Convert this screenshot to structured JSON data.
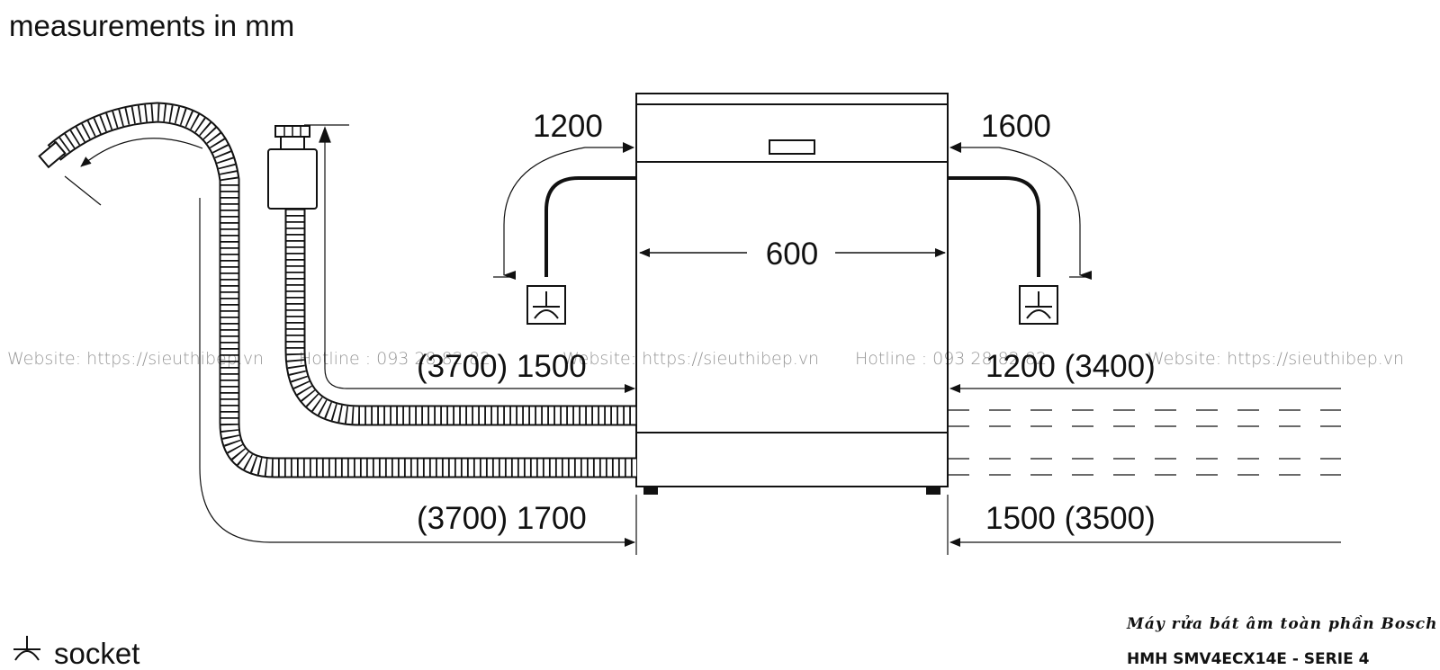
{
  "title": "measurements in mm",
  "appliance": {
    "width": "600"
  },
  "dimensions": {
    "left_top": "1200",
    "right_top": "1600",
    "left_middle": "(3700) 1500",
    "right_middle": "1200 (3400)",
    "left_bottom": "(3700) 1700",
    "right_bottom": "1500 (3500)"
  },
  "legend": {
    "socket_label": "socket",
    "socket_icon": "socket-icon"
  },
  "watermarks": [
    "Website: https://sieuthibep.vn",
    "Hotline : 093 28 82 82",
    "Website: https://sieuthibep.vn",
    "Hotline : 093 28 82 82",
    "Website: https://sieuthibep.vn"
  ],
  "caption": {
    "line1": "Máy rửa bát âm toàn phần Bosch",
    "line2": "HMH SMV4ECX14E - SERIE 4"
  }
}
